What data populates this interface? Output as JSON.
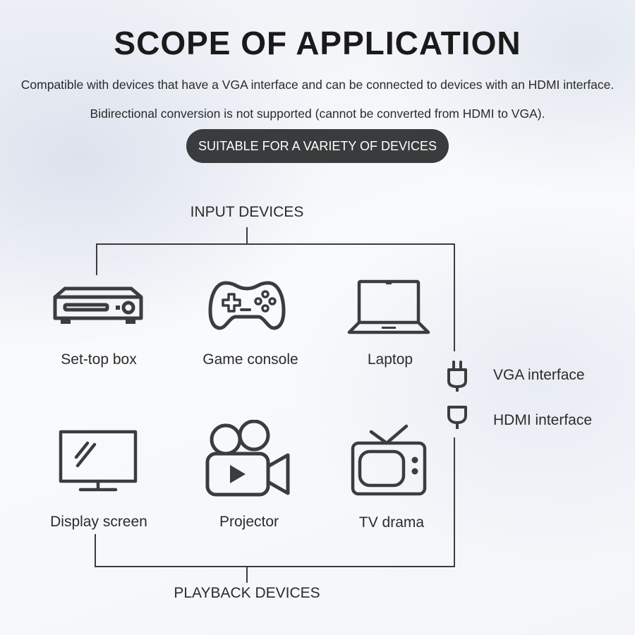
{
  "header": {
    "title": "SCOPE OF APPLICATION",
    "description": "Compatible with devices that have a VGA interface and can be connected to devices with an HDMI interface. Bidirectional conversion is not supported (cannot be converted from HDMI to VGA).",
    "badge": "SUITABLE FOR A VARIETY OF DEVICES"
  },
  "input_devices": {
    "heading": "INPUT DEVICES",
    "items": [
      {
        "label": "Set-top box",
        "icon": "set-top-box-icon"
      },
      {
        "label": "Game console",
        "icon": "gamepad-icon"
      },
      {
        "label": "Laptop",
        "icon": "laptop-icon"
      }
    ]
  },
  "playback_devices": {
    "heading": "PLAYBACK DEVICES",
    "items": [
      {
        "label": "Display screen",
        "icon": "monitor-icon"
      },
      {
        "label": "Projector",
        "icon": "projector-icon"
      },
      {
        "label": "TV drama",
        "icon": "tv-icon"
      }
    ]
  },
  "legend": {
    "vga": "VGA interface",
    "hdmi": "HDMI interface"
  },
  "colors": {
    "icon_stroke": "#3b3c3d",
    "badge_bg": "#3a3b3c",
    "text": "#2b2b2b"
  }
}
